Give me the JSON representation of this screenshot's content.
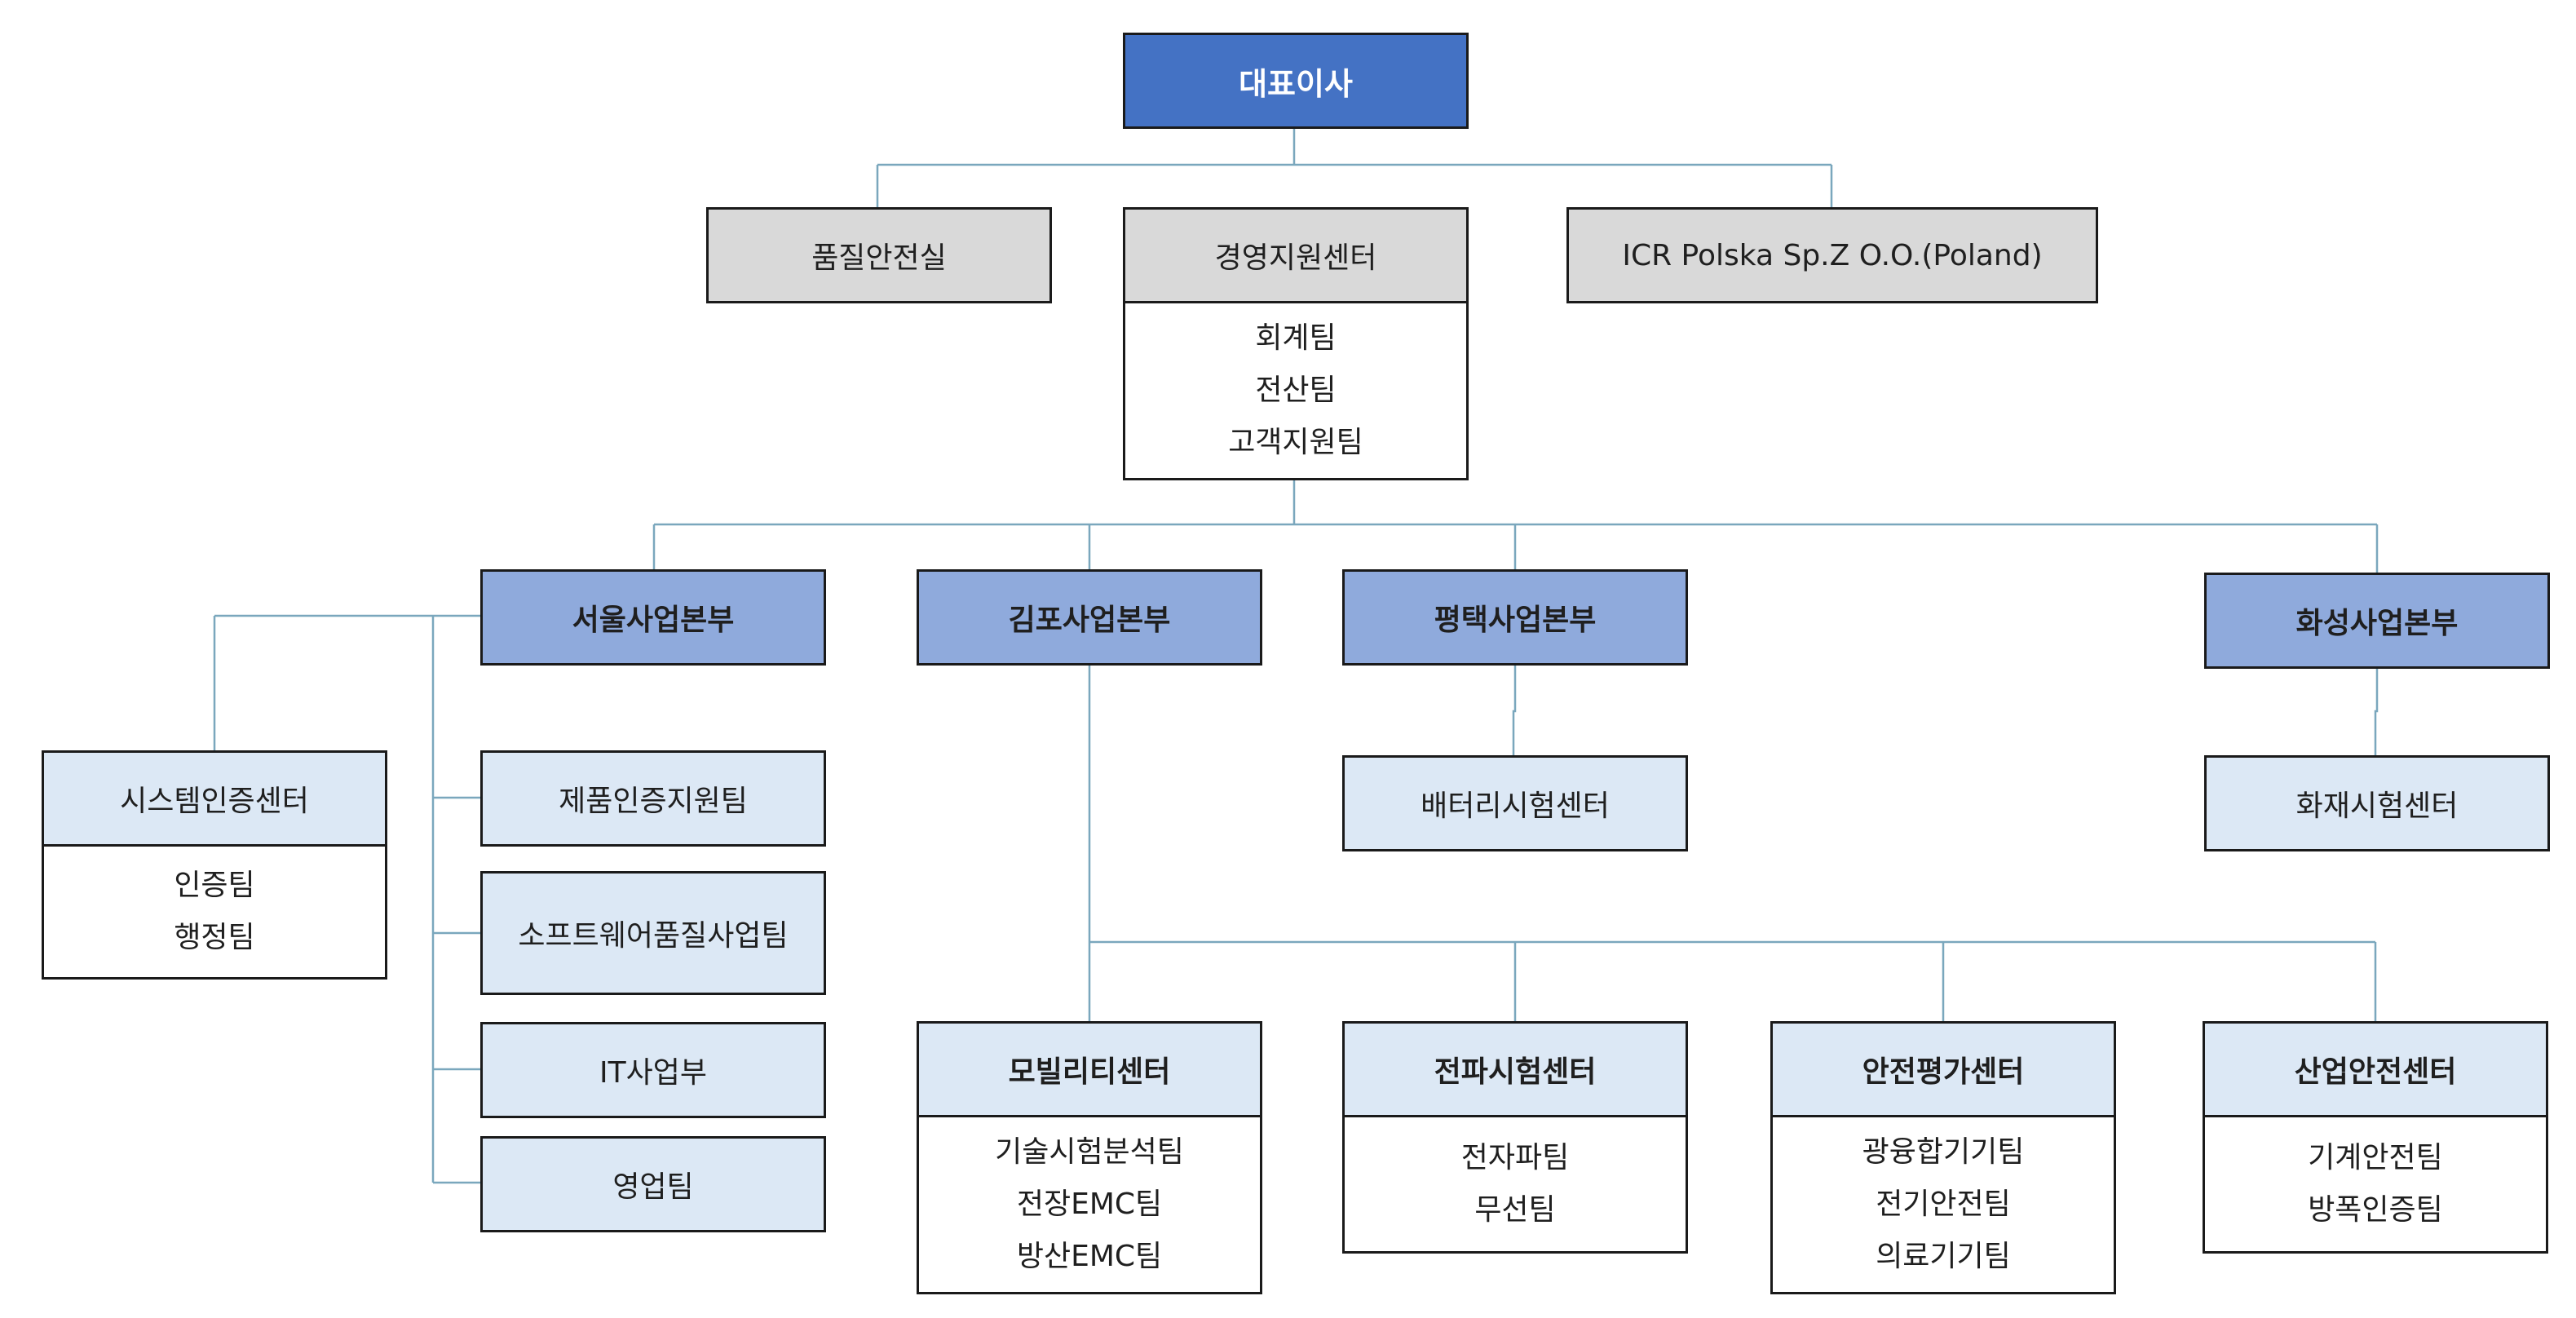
{
  "diagram_data": {
    "nodes": {
      "ceo": {
        "title": "대표이사"
      },
      "quality": {
        "title": "품질안전실"
      },
      "mgmt": {
        "title": "경영지원센터",
        "teams": [
          "회계팀",
          "전산팀",
          "고객지원팀"
        ]
      },
      "poland": {
        "title": "ICR Polska Sp.Z O.O.(Poland)"
      },
      "seoul": {
        "title": "서울사업본부"
      },
      "gimpo": {
        "title": "김포사업본부"
      },
      "pyeongtaek": {
        "title": "평택사업본부"
      },
      "hwaseong": {
        "title": "화성사업본부"
      },
      "syscert": {
        "title": "시스템인증센터",
        "teams": [
          "인증팀",
          "행정팀"
        ]
      },
      "prodcert": {
        "title": "제품인증지원팀"
      },
      "swquality": {
        "title": "소프트웨어품질사업팀"
      },
      "it": {
        "title": "IT사업부"
      },
      "sales": {
        "title": "영업팀"
      },
      "battery": {
        "title": "배터리시험센터"
      },
      "fire": {
        "title": "화재시험센터"
      },
      "mobility": {
        "title": "모빌리티센터",
        "teams": [
          "기술시험분석팀",
          "전장EMC팀",
          "방산EMC팀"
        ]
      },
      "emwave": {
        "title": "전파시험센터",
        "teams": [
          "전자파팀",
          "무선팀"
        ]
      },
      "safety": {
        "title": "안전평가센터",
        "teams": [
          "광융합기기팀",
          "전기안전팀",
          "의료기기팀"
        ]
      },
      "industrial": {
        "title": "산업안전센터",
        "teams": [
          "기계안전팀",
          "방폭인증팀"
        ]
      }
    },
    "edges": [
      [
        "ceo",
        "quality"
      ],
      [
        "ceo",
        "mgmt"
      ],
      [
        "ceo",
        "poland"
      ],
      [
        "mgmt",
        "seoul"
      ],
      [
        "mgmt",
        "gimpo"
      ],
      [
        "mgmt",
        "pyeongtaek"
      ],
      [
        "mgmt",
        "hwaseong"
      ],
      [
        "seoul",
        "syscert"
      ],
      [
        "seoul",
        "prodcert"
      ],
      [
        "seoul",
        "swquality"
      ],
      [
        "seoul",
        "it"
      ],
      [
        "seoul",
        "sales"
      ],
      [
        "pyeongtaek",
        "battery"
      ],
      [
        "hwaseong",
        "fire"
      ],
      [
        "gimpo",
        "mobility"
      ],
      [
        "gimpo",
        "emwave"
      ],
      [
        "gimpo",
        "safety"
      ],
      [
        "gimpo",
        "industrial"
      ]
    ]
  },
  "colors": {
    "ceo_fill": "#4472c4",
    "staff_fill": "#d9d9d9",
    "division_fill": "#8faadc",
    "unit_fill": "#dce8f5",
    "connector": "#7aa7bd",
    "border": "#1a1a1a"
  }
}
